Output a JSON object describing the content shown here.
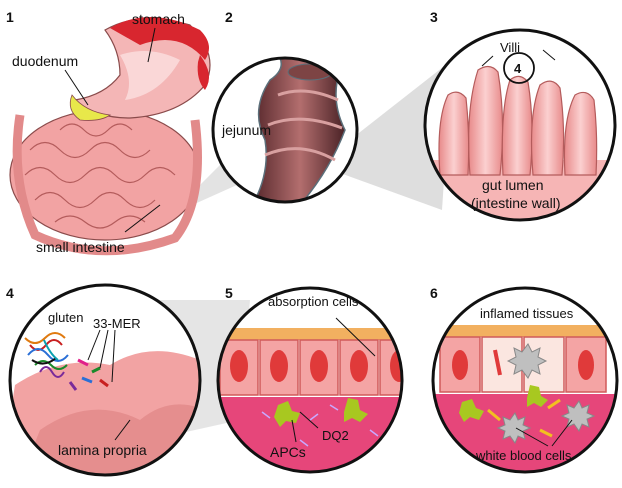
{
  "panels": [
    {
      "number": "1",
      "labels": [
        "stomach",
        "duodenum",
        "small intestine"
      ]
    },
    {
      "number": "2",
      "labels": [
        "jejunum"
      ]
    },
    {
      "number": "3",
      "labels": [
        "Villi",
        "4",
        "gut lumen",
        "(intestine wall)"
      ]
    },
    {
      "number": "4",
      "labels": [
        "gluten",
        "33-MER",
        "lamina propria"
      ]
    },
    {
      "number": "5",
      "labels": [
        "absorption cells",
        "DQ2",
        "APCs"
      ]
    },
    {
      "number": "6",
      "labels": [
        "inflamed tissues",
        "white blood cells"
      ]
    }
  ],
  "colors": {
    "tissue_pink": "#f2a3a3",
    "tissue_light": "#f9cfcf",
    "stomach_red": "#d8262f",
    "duodenum_yellow": "#e8e84a",
    "jejunum_brown": "#8a4a4a",
    "lamina_magenta": "#e6467a",
    "antigen_green": "#a8c820",
    "wbc_gray": "#bfbfbf",
    "outline": "#111111"
  }
}
